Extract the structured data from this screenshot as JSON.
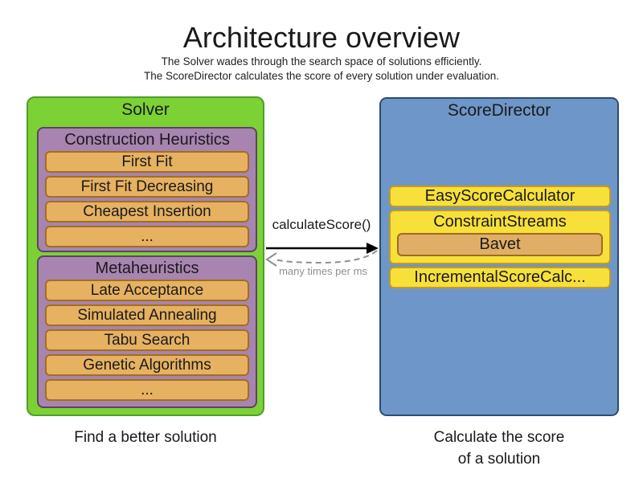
{
  "header": {
    "title": "Architecture overview",
    "subtitle_line1": "The Solver wades through the search space of solutions efficiently.",
    "subtitle_line2": "The ScoreDirector calculates the score of every solution under evaluation."
  },
  "solver": {
    "title": "Solver",
    "caption": "Find a better solution",
    "groups": [
      {
        "title": "Construction Heuristics",
        "items": [
          "First Fit",
          "First Fit Decreasing",
          "Cheapest Insertion",
          "..."
        ]
      },
      {
        "title": "Metaheuristics",
        "items": [
          "Late Acceptance",
          "Simulated Annealing",
          "Tabu Search",
          "Genetic Algorithms",
          "..."
        ]
      }
    ]
  },
  "score_director": {
    "title": "ScoreDirector",
    "caption_line1": "Calculate the score",
    "caption_line2": "of a solution",
    "calculators": [
      "EasyScoreCalculator",
      "ConstraintStreams",
      "IncrementalScoreCalc..."
    ],
    "constraint_streams_impl": "Bavet"
  },
  "connection": {
    "call_label": "calculateScore()",
    "frequency_label": "many times per ms"
  },
  "colors": {
    "green-fill": "#7cd135",
    "green-border": "#4f9e28",
    "purple-fill": "#a884b0",
    "purple-border": "#5d4365",
    "orange-fill": "#e6b161",
    "orange-border": "#a26f1d",
    "blue-fill": "#6e96c8",
    "blue-border": "#2c4d71",
    "yellow-fill": "#f8e03a",
    "yellow-border": "#c79b1a",
    "bavet-fill": "#e0ae66",
    "bavet-border": "#9c6b1f",
    "arrow-gray": "#8f8f8f"
  }
}
